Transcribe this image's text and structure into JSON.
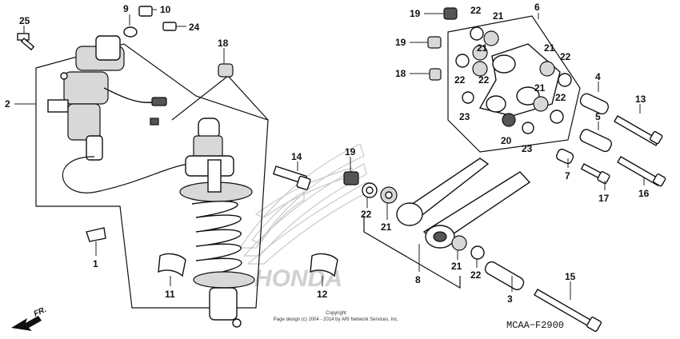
{
  "diagram": {
    "code": "MCAA−F2900",
    "copyright_line1": "Copyright",
    "copyright_line2": "Page design (c) 2004 - 2014 by ARI Network Services, Inc.",
    "watermark_text": "HONDA",
    "front_arrow_label": "FR.",
    "callouts": [
      {
        "id": "c25",
        "label": "25"
      },
      {
        "id": "c9",
        "label": "9"
      },
      {
        "id": "c10",
        "label": "10"
      },
      {
        "id": "c24",
        "label": "24"
      },
      {
        "id": "c2",
        "label": "2"
      },
      {
        "id": "c18a",
        "label": "18"
      },
      {
        "id": "c1",
        "label": "1"
      },
      {
        "id": "c11",
        "label": "11"
      },
      {
        "id": "c12",
        "label": "12"
      },
      {
        "id": "c14",
        "label": "14"
      },
      {
        "id": "c19a",
        "label": "19"
      },
      {
        "id": "c22a",
        "label": "22"
      },
      {
        "id": "c21a",
        "label": "21"
      },
      {
        "id": "c8",
        "label": "8"
      },
      {
        "id": "c21b",
        "label": "21"
      },
      {
        "id": "c22b",
        "label": "22"
      },
      {
        "id": "c3",
        "label": "3"
      },
      {
        "id": "c15",
        "label": "15"
      },
      {
        "id": "c19b",
        "label": "19"
      },
      {
        "id": "c19c",
        "label": "19"
      },
      {
        "id": "c18b",
        "label": "18"
      },
      {
        "id": "c22c",
        "label": "22"
      },
      {
        "id": "c21c",
        "label": "21"
      },
      {
        "id": "c6",
        "label": "6"
      },
      {
        "id": "c22d",
        "label": "22"
      },
      {
        "id": "c21d",
        "label": "21"
      },
      {
        "id": "c21e",
        "label": "21"
      },
      {
        "id": "c22e",
        "label": "22"
      },
      {
        "id": "c22f",
        "label": "22"
      },
      {
        "id": "c21f",
        "label": "21"
      },
      {
        "id": "c22g",
        "label": "22"
      },
      {
        "id": "c23a",
        "label": "23"
      },
      {
        "id": "c20",
        "label": "20"
      },
      {
        "id": "c23b",
        "label": "23"
      },
      {
        "id": "c4",
        "label": "4"
      },
      {
        "id": "c13",
        "label": "13"
      },
      {
        "id": "c5",
        "label": "5"
      },
      {
        "id": "c7",
        "label": "7"
      },
      {
        "id": "c17",
        "label": "17"
      },
      {
        "id": "c16",
        "label": "16"
      }
    ]
  }
}
